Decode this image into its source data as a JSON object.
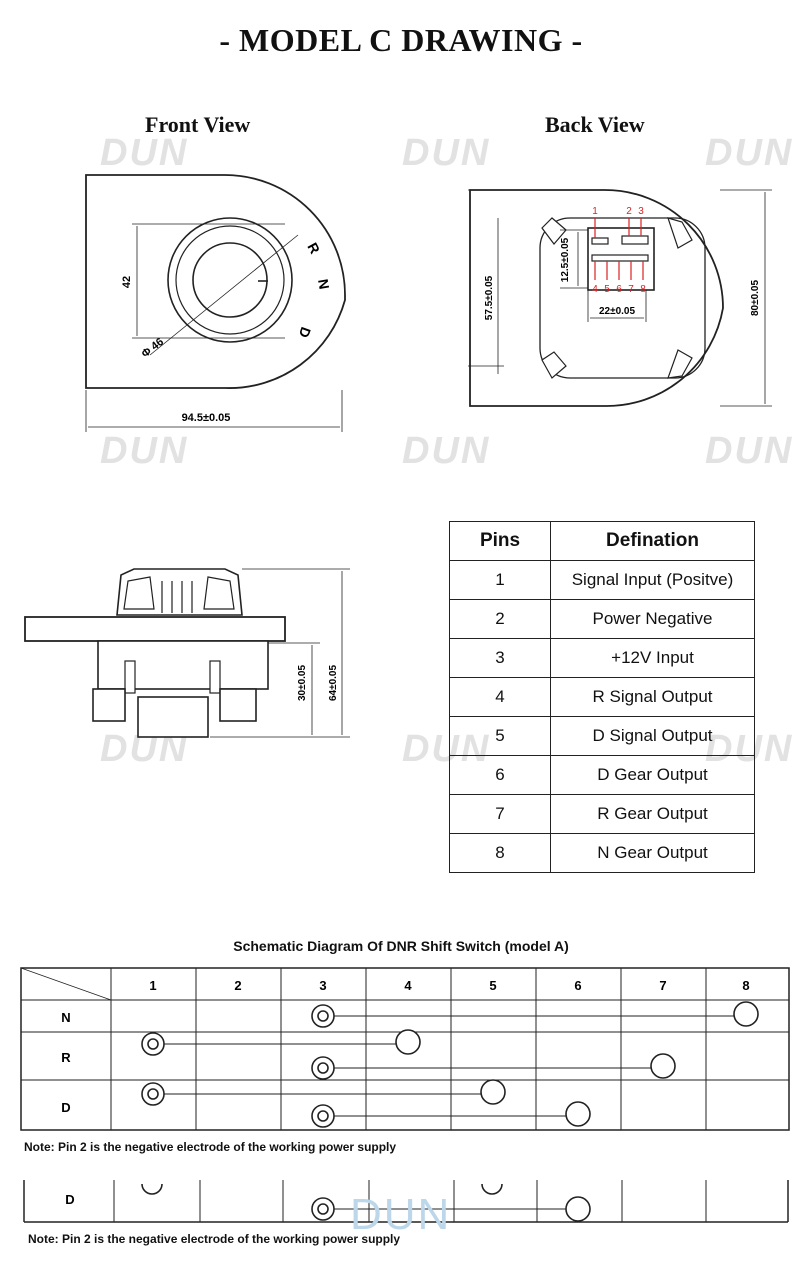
{
  "title": "- MODEL C DRAWING -",
  "front_view": {
    "label": "Front View",
    "dim_height": "42",
    "dim_diameter": "Φ 46",
    "dim_width": "94.5±0.05",
    "gear_r": "R",
    "gear_n": "N",
    "gear_d": "D"
  },
  "back_view": {
    "label": "Back View",
    "dim_left": "57.5±0.05",
    "dim_right": "80±0.05",
    "dim_conn_h": "12.5±0.05",
    "dim_conn_w": "22±0.05",
    "pins_top": [
      "1",
      "2",
      "3"
    ],
    "pins_bottom": [
      "4",
      "5",
      "6",
      "7",
      "8"
    ]
  },
  "side_view": {
    "dim_inner": "30±0.05",
    "dim_outer": "64±0.05"
  },
  "watermark": "DUN",
  "pin_table": {
    "headers": [
      "Pins",
      "Defination"
    ],
    "rows": [
      {
        "pin": "1",
        "def": "Signal Input (Positve)"
      },
      {
        "pin": "2",
        "def": "Power Negative"
      },
      {
        "pin": "3",
        "def": "+12V Input"
      },
      {
        "pin": "4",
        "def": "R Signal Output"
      },
      {
        "pin": "5",
        "def": "D Signal Output"
      },
      {
        "pin": "6",
        "def": "D Gear Output"
      },
      {
        "pin": "7",
        "def": "R Gear Output"
      },
      {
        "pin": "8",
        "def": "N Gear Output"
      }
    ]
  },
  "schematic": {
    "title": "Schematic Diagram Of DNR Shift Switch (model A)",
    "columns": [
      "1",
      "2",
      "3",
      "4",
      "5",
      "6",
      "7",
      "8"
    ],
    "rows": [
      "N",
      "R",
      "D"
    ],
    "connections": [
      {
        "row": "N",
        "pins": [
          3,
          8
        ]
      },
      {
        "row": "R",
        "pins": [
          1,
          4
        ]
      },
      {
        "row": "R",
        "pins": [
          3,
          7
        ]
      },
      {
        "row": "D",
        "pins": [
          1,
          5
        ]
      },
      {
        "row": "D",
        "pins": [
          3,
          6
        ]
      }
    ],
    "note": "Note: Pin 2 is the negative electrode of the working power supply"
  },
  "fragment": {
    "row": "D",
    "note": "Note: Pin 2 is the negative electrode of the working power supply"
  }
}
